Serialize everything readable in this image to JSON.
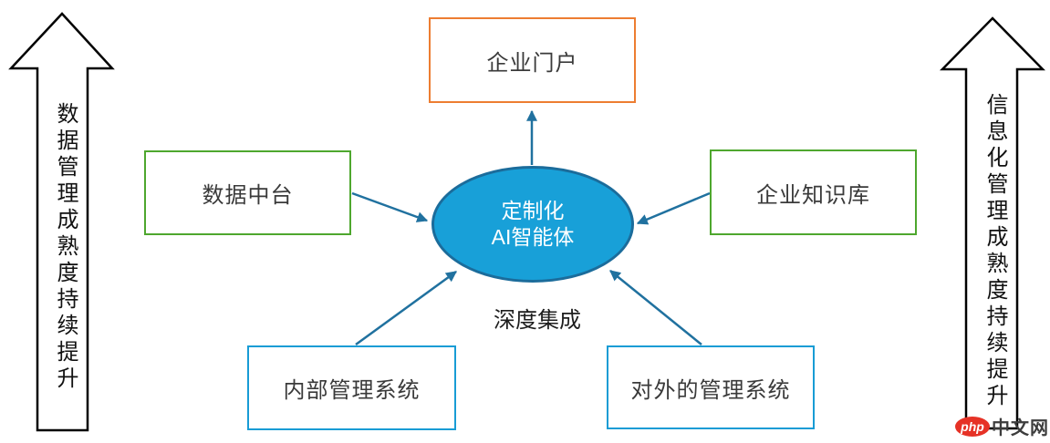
{
  "diagram": {
    "center_node": {
      "line1": "定制化",
      "line2": "AI智能体"
    },
    "caption": "深度集成",
    "nodes": {
      "portal": {
        "label": "企业门户"
      },
      "data_platform": {
        "label": "数据中台"
      },
      "knowledge_base": {
        "label": "企业知识库"
      },
      "internal_system": {
        "label": "内部管理系统"
      },
      "external_system": {
        "label": "对外的管理系统"
      }
    },
    "side_arrows": {
      "left_label": "数据管理成熟度持续提升",
      "right_label": "信息化管理成熟度持续提升"
    },
    "colors": {
      "center_fill": "#18A0D8",
      "center_border": "#1B6C9B",
      "connector": "#20719F",
      "portal_border": "#ED7D31",
      "green_border": "#4EA72E",
      "blue_border": "#189CD5",
      "block_arrow_outline": "#000000"
    },
    "watermark": {
      "logo_text": "php",
      "site_text": "中文网",
      "logo_color": "#E63226"
    }
  }
}
